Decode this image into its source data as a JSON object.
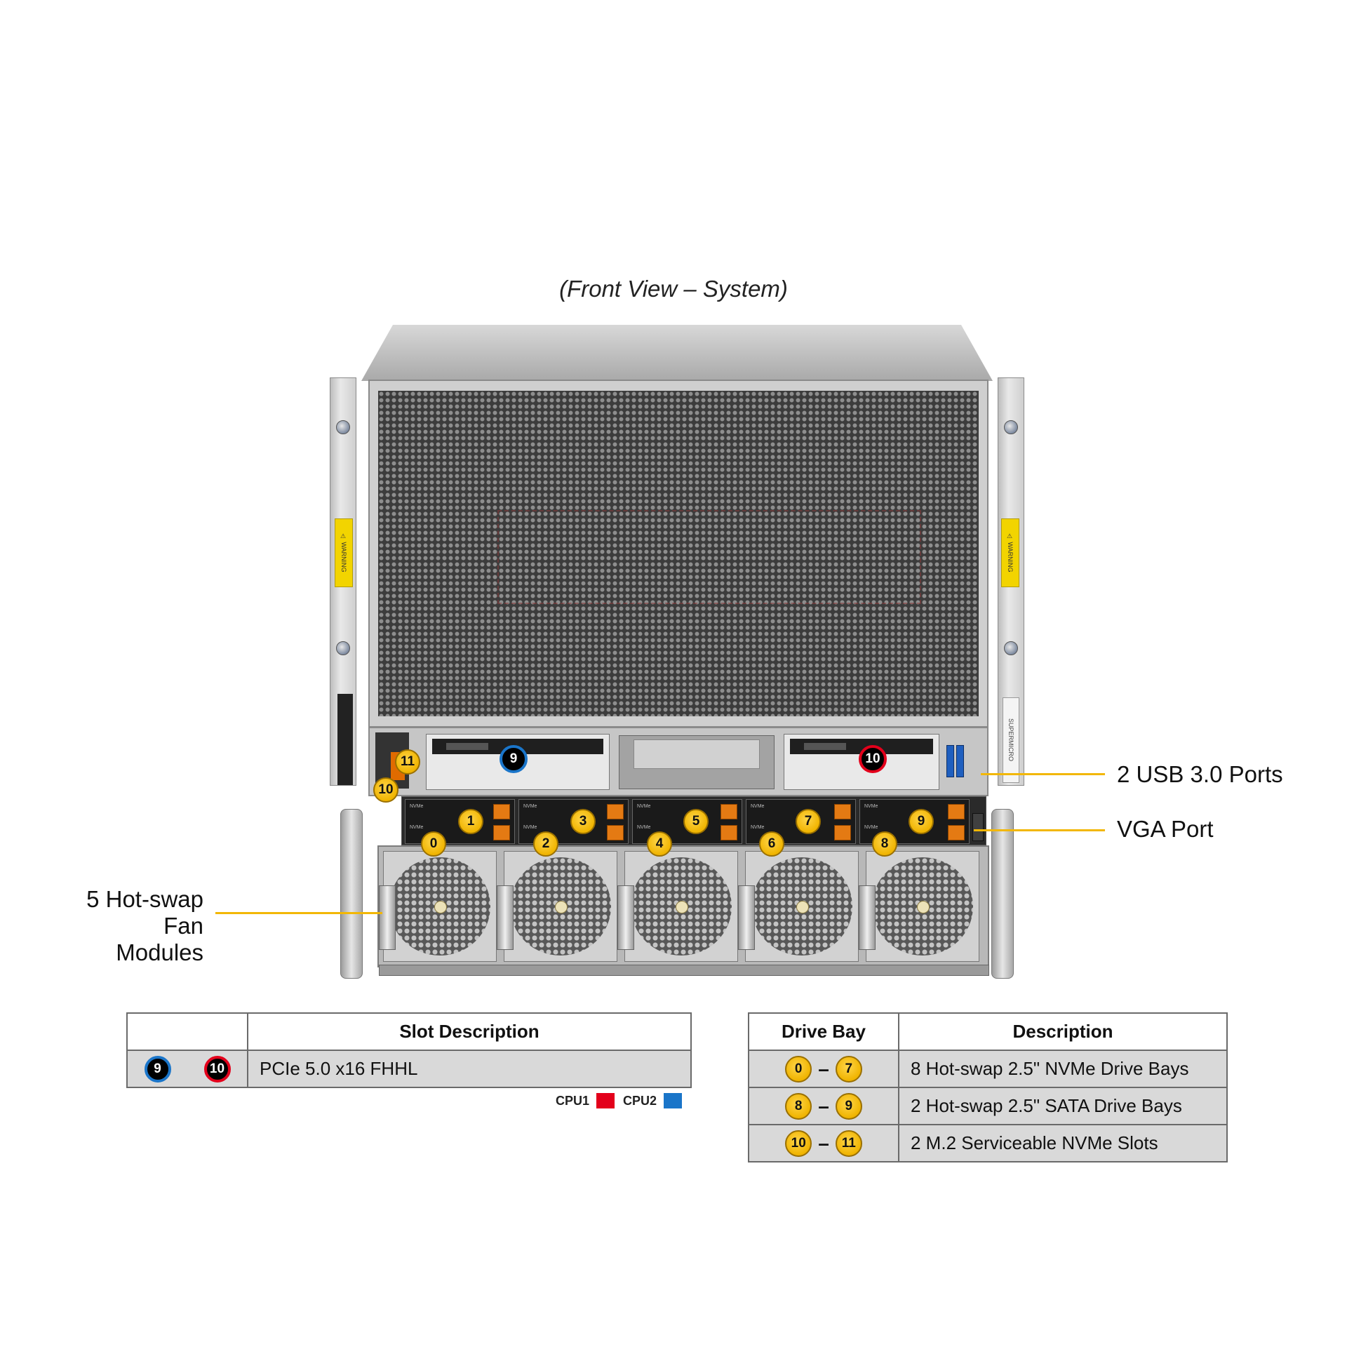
{
  "view_title": "(Front View – System)",
  "colors": {
    "gold": "#f0b400",
    "cpu1": "#e3001b",
    "cpu2": "#1a75c9",
    "callout_line": "#f2b705"
  },
  "chassis": {
    "warning_text": "⚠ WARNING",
    "brand_text": "SUPERMICRO",
    "drive_label": "NVMe",
    "badges": {
      "m2": [
        "11",
        "10"
      ],
      "pcie_blue": "9",
      "pcie_red": "10",
      "drives_top": [
        "1",
        "3",
        "5",
        "7",
        "9"
      ],
      "drives_bottom": [
        "0",
        "2",
        "4",
        "6",
        "8"
      ]
    }
  },
  "callouts": {
    "usb": "2 USB 3.0 Ports",
    "vga": "VGA Port",
    "fans_line1": "5 Hot-swap",
    "fans_line2": "Fan Modules"
  },
  "slot_table": {
    "header_desc": "Slot Description",
    "row": {
      "badge_blue": "9",
      "badge_red": "10",
      "desc": "PCIe 5.0 x16 FHHL"
    },
    "legend": {
      "cpu1": "CPU1",
      "cpu2": "CPU2"
    }
  },
  "drive_table": {
    "header_bay": "Drive Bay",
    "header_desc": "Description",
    "dash": "–",
    "rows": [
      {
        "from": "0",
        "to": "7",
        "desc": "8 Hot-swap 2.5\" NVMe Drive Bays"
      },
      {
        "from": "8",
        "to": "9",
        "desc": "2 Hot-swap 2.5\" SATA Drive Bays"
      },
      {
        "from": "10",
        "to": "11",
        "desc": "2 M.2 Serviceable NVMe Slots"
      }
    ]
  }
}
